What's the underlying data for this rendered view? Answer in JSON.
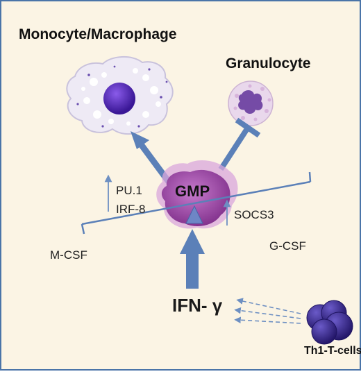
{
  "labels": {
    "monocyte_macrophage": "Monocyte/Macrophage",
    "granulocyte": "Granulocyte",
    "gmp": "GMP",
    "pu1": "PU.1",
    "irf8": "IRF-8",
    "socs3": "SOCS3",
    "mcsf": "M-CSF",
    "gcsf": "G-CSF",
    "ifn_gamma": "IFN- γ",
    "th1_cells": "Th1-T-cells"
  },
  "colors": {
    "background": "#FBF4E4",
    "frame": "#4A74A8",
    "arrow": "#5B80B8",
    "thin_arrow": "#6D8FC2",
    "gmp_cell": "#9B3FA1",
    "nucleus": "#4B1FA6",
    "macrophage_body": "#EEEAF5",
    "granulocyte_body": "#E9D8EC",
    "th1_cell": "#3F2C8F"
  }
}
